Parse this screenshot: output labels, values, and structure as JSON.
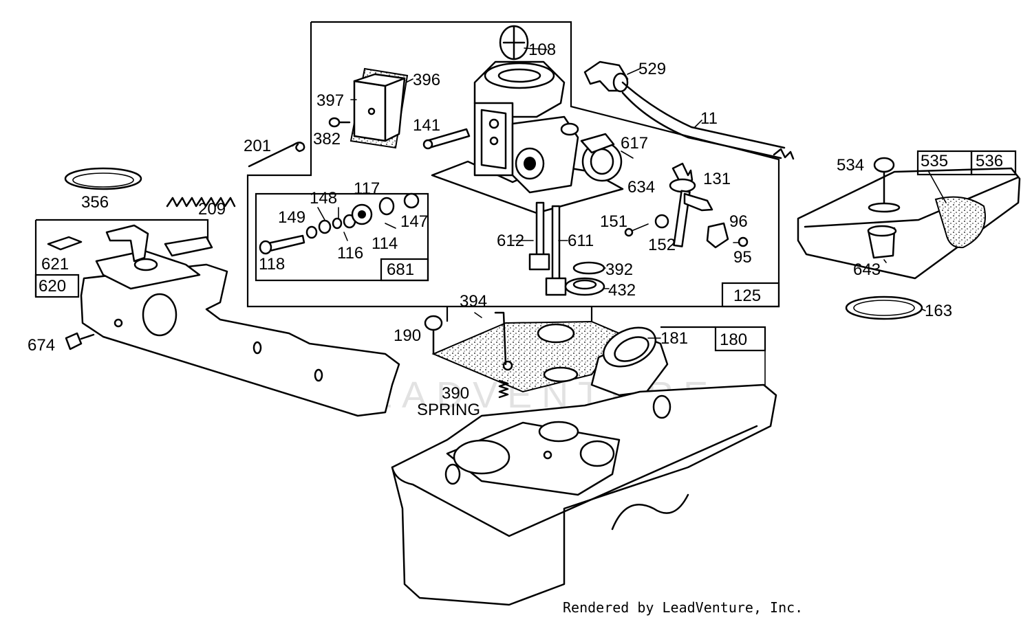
{
  "watermark": "LEADVENTURE",
  "credit": "Rendered by LeadVenture, Inc.",
  "callouts": {
    "p11": "11",
    "p95": "95",
    "p96": "96",
    "p108": "108",
    "p114": "114",
    "p116": "116",
    "p117": "117",
    "p118": "118",
    "p125": "125",
    "p131": "131",
    "p141": "141",
    "p147": "147",
    "p148": "148",
    "p149": "149",
    "p151": "151",
    "p152": "152",
    "p163": "163",
    "p180": "180",
    "p181": "181",
    "p190": "190",
    "p201": "201",
    "p209": "209",
    "p356": "356",
    "p382": "382",
    "p390": "390",
    "spring": "SPRING",
    "p392": "392",
    "p394": "394",
    "p396": "396",
    "p397": "397",
    "p432": "432",
    "p529": "529",
    "p534": "534",
    "p535": "535",
    "p536": "536",
    "p611": "611",
    "p612": "612",
    "p617": "617",
    "p620": "620",
    "p621": "621",
    "p634": "634",
    "p643": "643",
    "p674": "674",
    "p681": "681"
  }
}
